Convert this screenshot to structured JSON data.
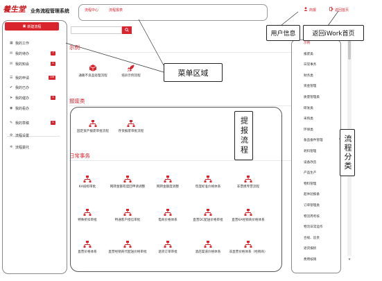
{
  "header": {
    "logo_text": "養生堂",
    "system_title": "业务流程管理系统",
    "nav": [
      "流程中心",
      "流程报表"
    ],
    "user_link": "商报",
    "home_link": "返回首页"
  },
  "callouts": {
    "menu_area": "菜单区域",
    "user_info": "用户信息",
    "return_home": "返回iWork首页",
    "report_flow": "提报流程",
    "flow_category": "流程分类"
  },
  "sidebar": {
    "new_flow": "新建流程",
    "items": [
      {
        "label": "我的工作",
        "icon": "grid-icon",
        "badge": ""
      },
      {
        "label": "我的待办",
        "icon": "mail-icon",
        "badge": "7"
      },
      {
        "label": "我的知会",
        "icon": "mail-icon",
        "badge": "1"
      },
      {
        "label": "我的申请",
        "icon": "list-icon",
        "badge": "18"
      },
      {
        "label": "我的已办",
        "icon": "check-icon",
        "badge": ""
      },
      {
        "label": "我的催办",
        "icon": "arrow-icon",
        "badge": "1"
      },
      {
        "label": "我的看办",
        "icon": "eye-icon",
        "badge": ""
      },
      {
        "label": "我的草稿",
        "icon": "pencil-icon",
        "badge": "1"
      },
      {
        "label": "流程设置",
        "icon": "gear-icon",
        "badge": ""
      },
      {
        "label": "流程委托",
        "icon": "cog-icon",
        "badge": ""
      }
    ]
  },
  "search": {
    "placeholder": "",
    "button_icon": "search-icon"
  },
  "sections": [
    {
      "title": "示例",
      "items": [
        "通路不良品处理流程",
        "培训示例流程"
      ]
    },
    {
      "title": "报废类",
      "items": [
        "固定资产报废审批流程",
        "存货报废审批流程"
      ]
    },
    {
      "title": "日常事务",
      "items": [
        "KA投标审批",
        "网转金额有度回申请调整",
        "网转金额度调整",
        "年度标准价格体系",
        "非票携专票流程",
        "特殊折扣审批",
        "特通客户授信审批",
        "电商价格体系",
        "直营DC配送价格审批",
        "直营KA经销商价格体系",
        "直营价格体系",
        "直营经销商代配送价格审批",
        "退货订单审批",
        "酒店渠道价格体系",
        "非直营价格体系（经销商）"
      ]
    }
  ],
  "categories": [
    "示例",
    "报废类",
    "日常事务",
    "财务类",
    "资金管理",
    "质量管理类",
    "研发类",
    "采购类",
    "环保类",
    "备品备件管理",
    "耗料管理",
    "设备改造",
    "产品生产",
    "物料管理",
    "超体验报备",
    "订单管理类",
    "物流周考核",
    "物流日常运作",
    "合规、追责",
    "退货报损",
    "费用核销"
  ]
}
